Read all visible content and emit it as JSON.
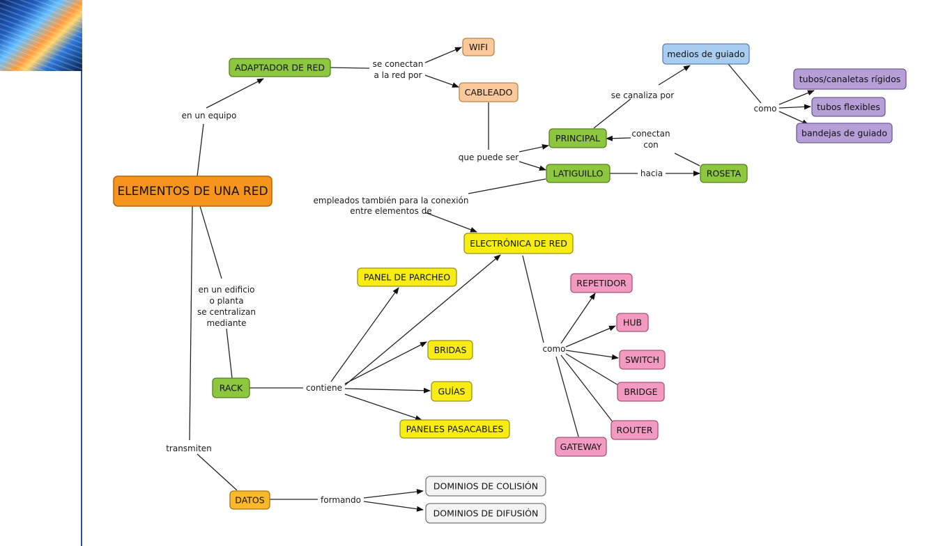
{
  "nodes": {
    "main": "ELEMENTOS DE UNA RED",
    "adaptador": "ADAPTADOR DE RED",
    "wifi": "WIFI",
    "cableado": "CABLEADO",
    "principal": "PRINCIPAL",
    "latiguillo": "LATIGUILLO",
    "roseta": "ROSETA",
    "medios": "medios de guiado",
    "tubos_rigidos": "tubos/canaletas rígidos",
    "tubos_flexibles": "tubos flexibles",
    "bandejas": "bandejas de guiado",
    "electronica": "ELECTRÓNICA DE RED",
    "panel": "PANEL DE PARCHEO",
    "bridas": "BRIDAS",
    "guias": "GUÍAS",
    "paneles": "PANELES PASACABLES",
    "rack": "RACK",
    "repetidor": "REPETIDOR",
    "hub": "HUB",
    "switch": "SWITCH",
    "bridge": "BRIDGE",
    "router": "ROUTER",
    "gateway": "GATEWAY",
    "datos": "DATOS",
    "colision": "DOMINIOS DE COLISIÓN",
    "difusion": "DOMINIOS DE DIFUSIÓN"
  },
  "links": {
    "en_un_equipo": "en un equipo",
    "se_conectan_1": "se conectan",
    "se_conectan_2": "a la red por",
    "que_puede_ser": "que puede ser",
    "se_canaliza": "se canaliza por",
    "como_medios": "como",
    "conectan_1": "conectan",
    "conectan_2": "con",
    "hacia": "hacia",
    "empleados_1": "empleados también para la conexión",
    "empleados_2": "entre elementos de",
    "edificio_1": "en un edificio",
    "edificio_2": "o planta",
    "edificio_3": "se centralizan",
    "edificio_4": "mediante",
    "contiene": "contiene",
    "como_electronica": "como",
    "transmiten": "transmiten",
    "formando": "formando"
  },
  "colors": {
    "orange": "#f7941d",
    "green": "#8dc63f",
    "peach": "#f9c89b",
    "blue": "#a9cdf0",
    "purple": "#b59fd6",
    "yellow": "#f7ec13",
    "pink": "#f29ac0",
    "white": "#f4f4f4"
  }
}
